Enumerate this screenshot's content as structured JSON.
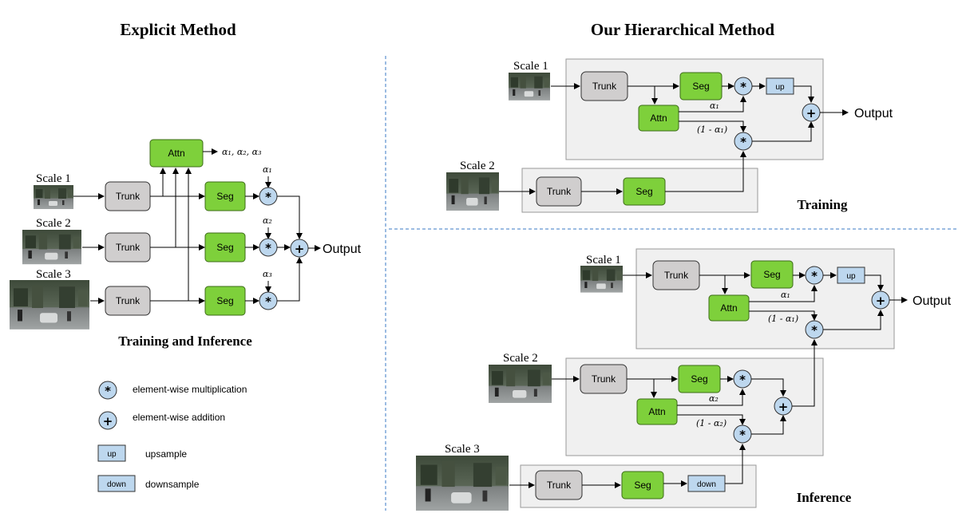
{
  "titles": {
    "left": "Explicit Method",
    "right": "Our Hierarchical Method"
  },
  "captions": {
    "left": "Training and Inference",
    "training": "Training",
    "inference": "Inference"
  },
  "blocks": {
    "trunk": "Trunk",
    "seg": "Seg",
    "attn": "Attn",
    "up": "up",
    "down": "down"
  },
  "scales": {
    "s1": "Scale 1",
    "s2": "Scale 2",
    "s3": "Scale 3"
  },
  "output": "Output",
  "alphas": {
    "list": "α₁, α₂, α₃",
    "a1": "α₁",
    "a2": "α₂",
    "a3": "α₃",
    "one_minus_a1": "(1 - α₁)",
    "one_minus_a2": "(1 - α₂)"
  },
  "legend": {
    "mult": "element-wise multiplication",
    "add": "element-wise addition",
    "up": "upsample",
    "down": "downsample",
    "up_label": "up",
    "down_label": "down"
  }
}
